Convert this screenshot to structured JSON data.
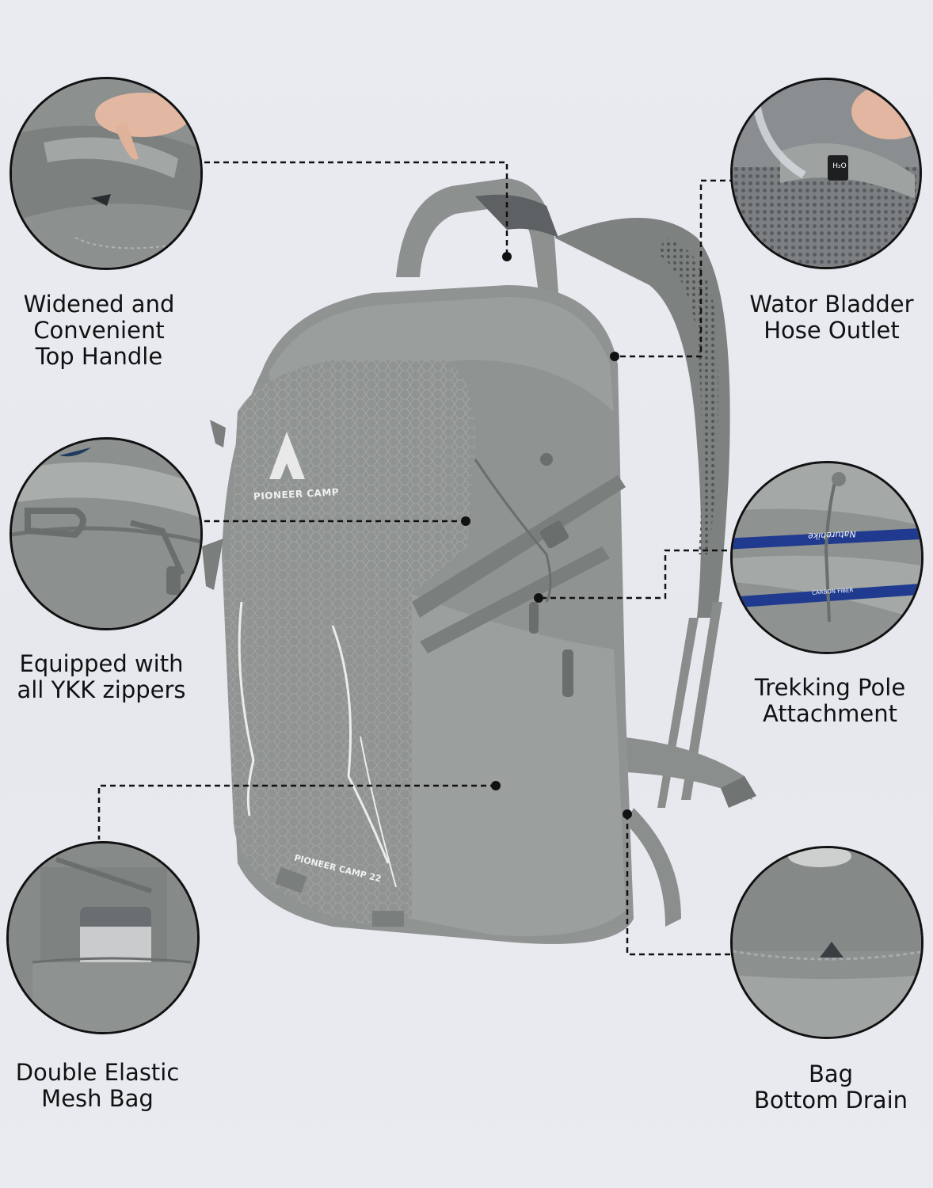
{
  "brand": {
    "front_logo": "PIONEER CAMP",
    "lower_logo": "PIONEER CAMP",
    "lower_logo_size": "22"
  },
  "features": [
    {
      "name": "top-handle",
      "label": "Widened and\nConvenient\nTop Handle"
    },
    {
      "name": "water-bladder",
      "label": "Wator Bladder\nHose Outlet",
      "badge": "H₂O"
    },
    {
      "name": "ykk-zippers",
      "label": "Equipped with\nall YKK zippers"
    },
    {
      "name": "trekking-pole",
      "label": "Trekking Pole\nAttachment",
      "pole_text_1": "Naturehike",
      "pole_text_2": "CARBON FIBER"
    },
    {
      "name": "mesh-bag",
      "label": "Double Elastic\nMesh Bag"
    },
    {
      "name": "bottom-drain",
      "label": "Bag\nBottom Drain"
    }
  ],
  "colors": {
    "background": "#e8eaf0",
    "backpack": "#8f9391",
    "backpack_dark": "#6f7371",
    "strap_mesh": "#5f6264",
    "leader_line": "#111111",
    "pole_blue": "#1f3a8f"
  }
}
